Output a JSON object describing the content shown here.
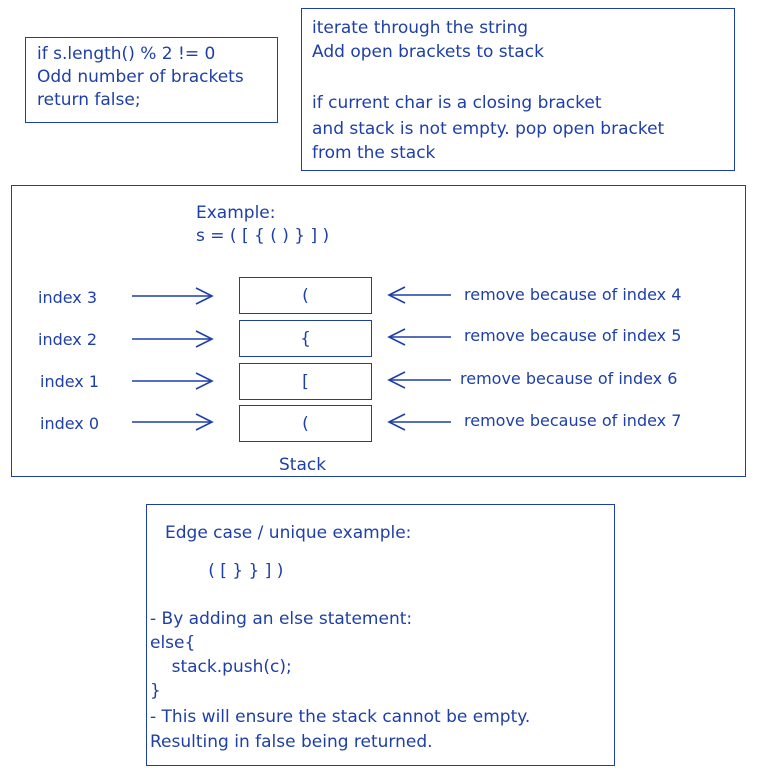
{
  "note_left": {
    "lines": [
      "if s.length() % 2 != 0",
      "Odd number of brackets",
      "return false;"
    ]
  },
  "note_right": {
    "lines": [
      "iterate through the string",
      "Add open brackets to stack",
      "",
      "if current char is a closing bracket",
      "and stack is not empty. pop open bracket",
      "from the stack"
    ]
  },
  "example": {
    "title": "Example:",
    "expression": "s = ( [ { ( ) } ] )",
    "stack_label": "Stack",
    "rows": [
      {
        "index_label": "index 3",
        "char": "(",
        "remove_label": "remove because of index 4"
      },
      {
        "index_label": "index 2",
        "char": "{",
        "remove_label": "remove because of index 5"
      },
      {
        "index_label": "index 1",
        "char": "[",
        "remove_label": "remove because of index 6"
      },
      {
        "index_label": "index 0",
        "char": "(",
        "remove_label": "remove because of index 7"
      }
    ]
  },
  "edge_case": {
    "lines": [
      "Edge case / unique example:",
      "",
      "        ( [ } } ] )",
      "",
      "- By adding an else statement:",
      "else{",
      "    stack.push(c);",
      "}",
      "- This will ensure the stack cannot be empty.",
      "Resulting in false being returned."
    ]
  },
  "colors": {
    "ink": "#1e3fa8",
    "background": "#ffffff"
  }
}
